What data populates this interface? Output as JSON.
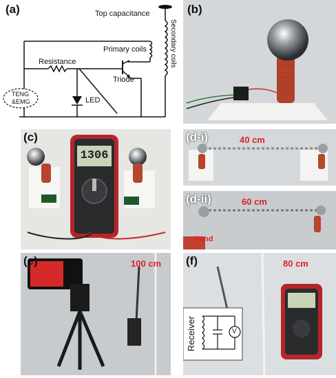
{
  "panels": {
    "a": {
      "label": "(a)",
      "top_capacitance": "Top capacitance",
      "secondary_coils": "Secondary coils",
      "primary_coils": "Primary coils",
      "resistance": "Resistance",
      "triode": "Triode",
      "led": "LED",
      "source_line1": "TENG",
      "source_line2": "&EMG"
    },
    "b": {
      "label": "(b)"
    },
    "c": {
      "label": "(c)",
      "meter_reading": "1306"
    },
    "d_i": {
      "label": "(d-i)",
      "distance": "40 cm"
    },
    "d_ii": {
      "label": "(d-ii)",
      "distance": "60 cm",
      "hand": "Hand"
    },
    "e": {
      "label": "(e)",
      "distance": "100 cm"
    },
    "f": {
      "label": "(f)",
      "distance": "80 cm",
      "receiver": "Receiver",
      "voltmeter": "V"
    }
  },
  "colors": {
    "distance_text": "#e0202a",
    "coil_copper": "#b8452c",
    "photo_bg": "#d9dcdf"
  }
}
